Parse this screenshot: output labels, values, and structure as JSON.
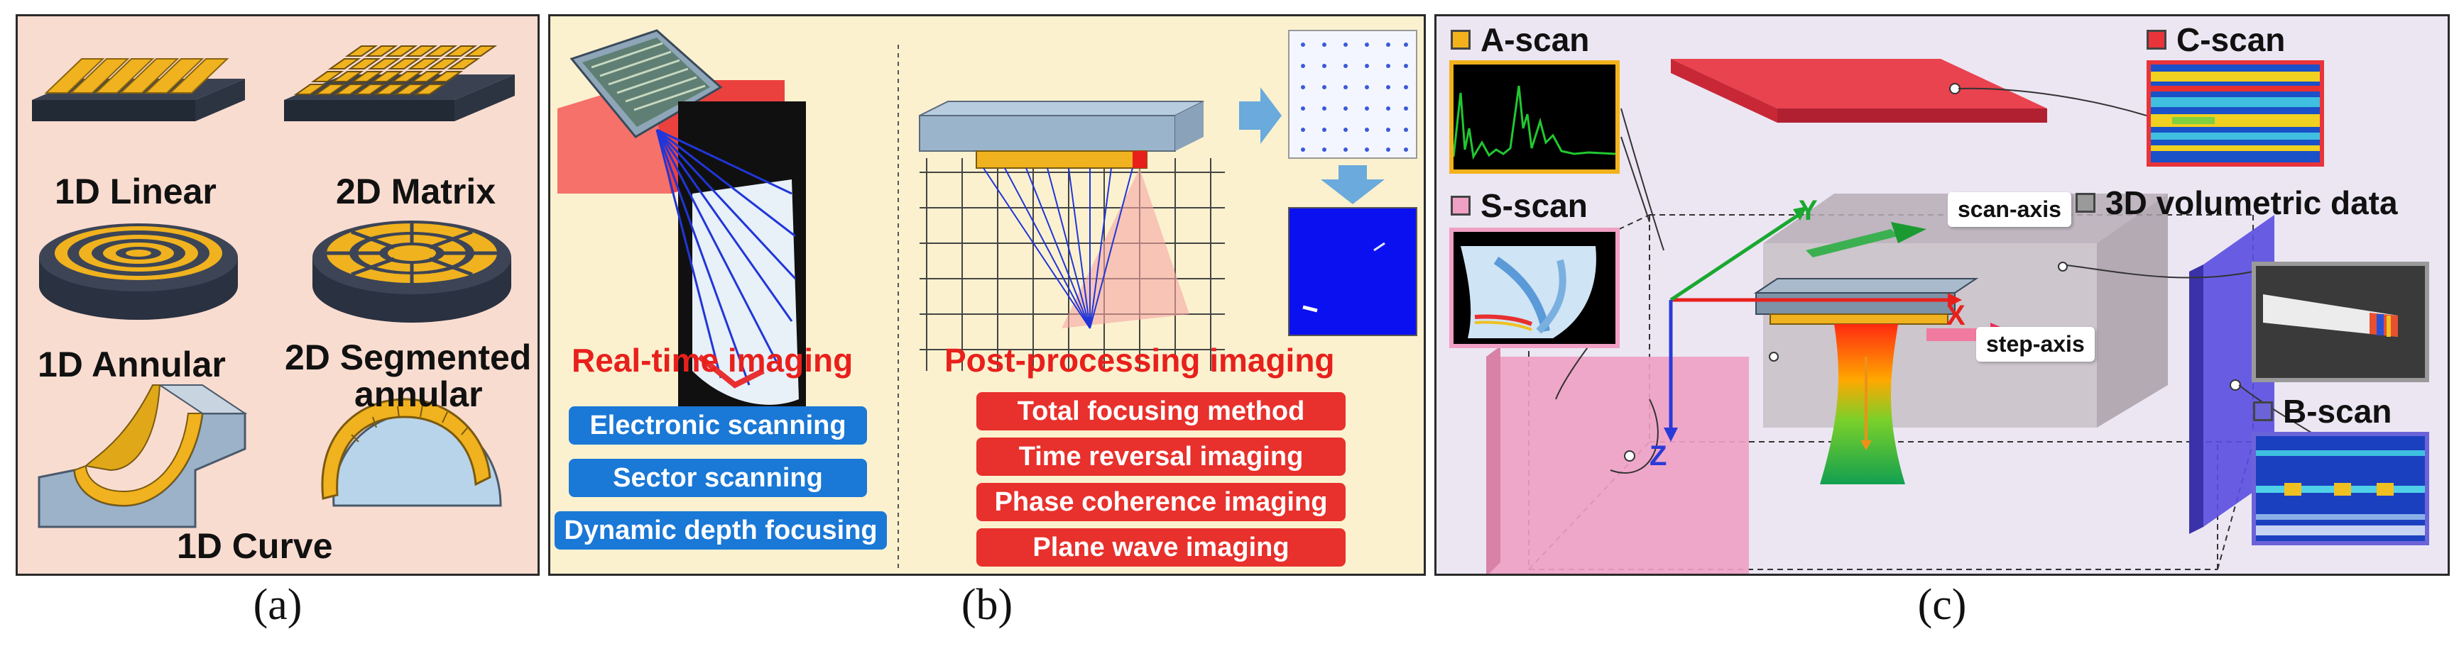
{
  "panel_a": {
    "caption": "(a)",
    "labels": {
      "linear": "1D Linear",
      "matrix": "2D Matrix",
      "annular": "1D Annular",
      "segmented_line1": "2D Segmented",
      "segmented_line2": "annular",
      "curve": "1D Curve"
    }
  },
  "panel_b": {
    "caption": "(b)",
    "realtime_title": "Real-time imaging",
    "postprocessing_title": "Post-processing imaging",
    "realtime_methods": [
      "Electronic scanning",
      "Sector scanning",
      "Dynamic depth focusing"
    ],
    "postprocessing_methods": [
      "Total focusing method",
      "Time reversal imaging",
      "Phase coherence imaging",
      "Plane wave imaging"
    ]
  },
  "panel_c": {
    "caption": "(c)",
    "a_scan": "A-scan",
    "s_scan": "S-scan",
    "c_scan": "C-scan",
    "volumetric": "3D volumetric data",
    "b_scan": "B-scan",
    "scan_axis": "scan-axis",
    "step_axis": "step-axis",
    "axis_x": "X",
    "axis_y": "Y",
    "axis_z": "Z"
  },
  "colors": {
    "panel_a_bg": "#f9dcd0",
    "panel_b_bg": "#fbf1cf",
    "panel_c_bg": "#ece6f3",
    "a_scan_swatch": "#f3b21c",
    "s_scan_swatch": "#f0a0c4",
    "c_scan_swatch": "#e8343a",
    "volumetric_swatch": "#9a9a9a",
    "b_scan_swatch": "#6b63d8",
    "accent_red": "#e8201c",
    "pill_blue": "#1a78d6",
    "pill_red": "#e8302c"
  }
}
